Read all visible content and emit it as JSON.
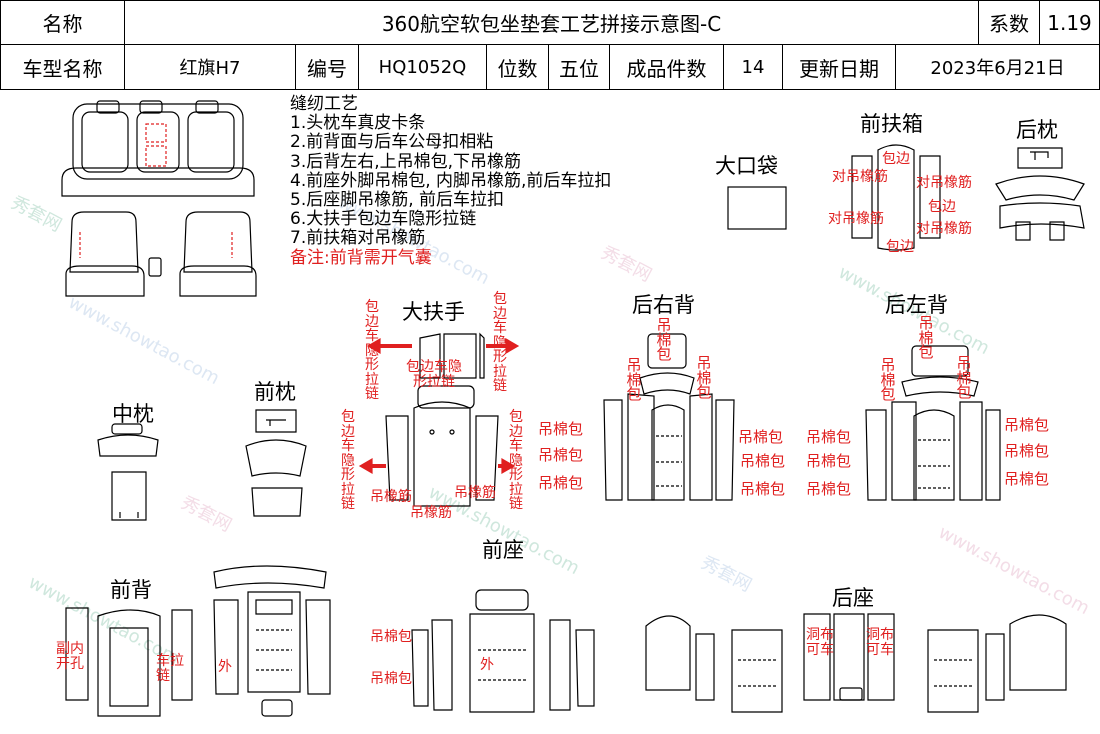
{
  "header": {
    "row1": {
      "name_label": "名称",
      "title": "360航空软包坐垫套工艺拼接示意图-C",
      "coef_label": "系数",
      "coef_value": "1.19"
    },
    "row2": {
      "model_label": "车型名称",
      "model_value": "红旗H7",
      "code_label": "编号",
      "code_value": "HQ1052Q",
      "seat_label": "位数",
      "seat_value": "五位",
      "pieces_label": "成品件数",
      "pieces_value": "14",
      "date_label": "更新日期",
      "date_value": "2023年6月21日"
    }
  },
  "watermark": {
    "cn": "秀套网",
    "en": "www.showtao.com"
  },
  "notes": {
    "title": "缝纫工艺",
    "items": [
      "1.头枕车真皮卡条",
      "2.前背面与后车公母扣相粘",
      "3.后背左右,上吊棉包,下吊橡筋",
      "4.前座外脚吊棉包, 内脚吊橡筋,前后车拉扣",
      "5.后座脚吊橡筋, 前后车拉扣",
      "6.大扶手包边车隐形拉链",
      "7.前扶箱对吊橡筋"
    ],
    "remark": "备注:前背需开气囊"
  },
  "sections": {
    "big_pocket": "大口袋",
    "front_box": "前扶箱",
    "rear_pillow": "后枕",
    "big_armrest": "大扶手",
    "rear_right_back": "后右背",
    "rear_left_back": "后左背",
    "middle_pillow": "中枕",
    "front_pillow": "前枕",
    "front_seat": "前座",
    "front_back": "前背",
    "rear_seat": "后座"
  },
  "annotations": {
    "elastic_pair": "对吊橡筋",
    "binding": "包边",
    "binding_zip": "包边车隐形拉链",
    "cotton": "吊棉包",
    "elastic": "吊橡筋",
    "side_hole": "副内开孔",
    "car_pull": "车拉链",
    "outer": "外",
    "cloth_sew": "洞布可车"
  },
  "colors": {
    "annotation_red": "#e02020",
    "arrow_red": "#e02020",
    "line": "#000000"
  }
}
